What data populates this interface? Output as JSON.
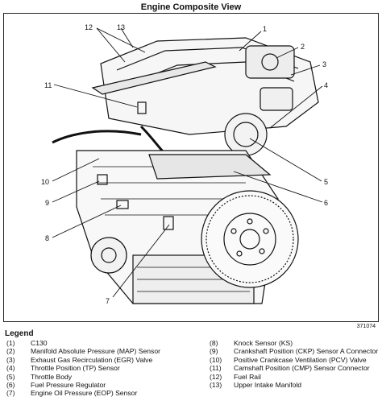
{
  "title": "Engine Composite View",
  "figure_id": "371074",
  "callouts": [
    "1",
    "2",
    "3",
    "4",
    "5",
    "6",
    "7",
    "8",
    "9",
    "10",
    "11",
    "12",
    "13"
  ],
  "legend_title": "Legend",
  "legend_left": [
    {
      "num": "(1)",
      "text": "C130"
    },
    {
      "num": "(2)",
      "text": "Manifold Absolute Pressure (MAP) Sensor"
    },
    {
      "num": "(3)",
      "text": "Exhaust Gas Recirculation (EGR) Valve"
    },
    {
      "num": "(4)",
      "text": "Throttle Position (TP) Sensor"
    },
    {
      "num": "(5)",
      "text": "Throttle Body"
    },
    {
      "num": "(6)",
      "text": "Fuel Pressure Regulator"
    },
    {
      "num": "(7)",
      "text": "Engine Oil Pressure (EOP) Sensor"
    }
  ],
  "legend_right": [
    {
      "num": "(8)",
      "text": "Knock Sensor (KS)"
    },
    {
      "num": "(9)",
      "text": "Crankshaft Position (CKP) Sensor A Connector"
    },
    {
      "num": "(10)",
      "text": "Positive Crankcase Ventilation (PCV) Valve"
    },
    {
      "num": "(11)",
      "text": "Camshaft Position (CMP) Sensor Connector"
    },
    {
      "num": "(12)",
      "text": "Fuel Rail"
    },
    {
      "num": "(13)",
      "text": "Upper Intake Manifold"
    }
  ]
}
